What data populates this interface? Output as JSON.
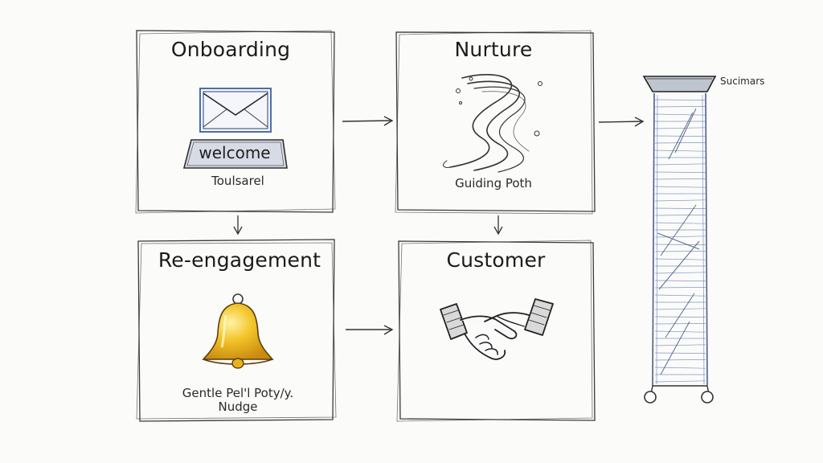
{
  "stages": {
    "onboarding": {
      "title": "Onboarding",
      "badge": "welcome",
      "caption": "Toulsarel"
    },
    "nurture": {
      "title": "Nurture",
      "caption": "Guiding Poth"
    },
    "reengagement": {
      "title": "Re-engagement",
      "caption_line1": "Gentle Pel'l Poty/y.",
      "caption_line2": "Nudge"
    },
    "customer": {
      "title": "Customer"
    }
  },
  "funnel": {
    "label": "Sucimars"
  },
  "icons": {
    "onboarding": "envelope-icon",
    "nurture": "winding-path-icon",
    "reengagement": "bell-icon",
    "customer": "handshake-icon",
    "funnel": "tall-funnel-tower-icon"
  },
  "colors": {
    "ink": "#2b2b2b",
    "envelope_blue": "#4a6fae",
    "bell_gold": "#e8b21a",
    "tower_blue": "#6f86b5"
  }
}
